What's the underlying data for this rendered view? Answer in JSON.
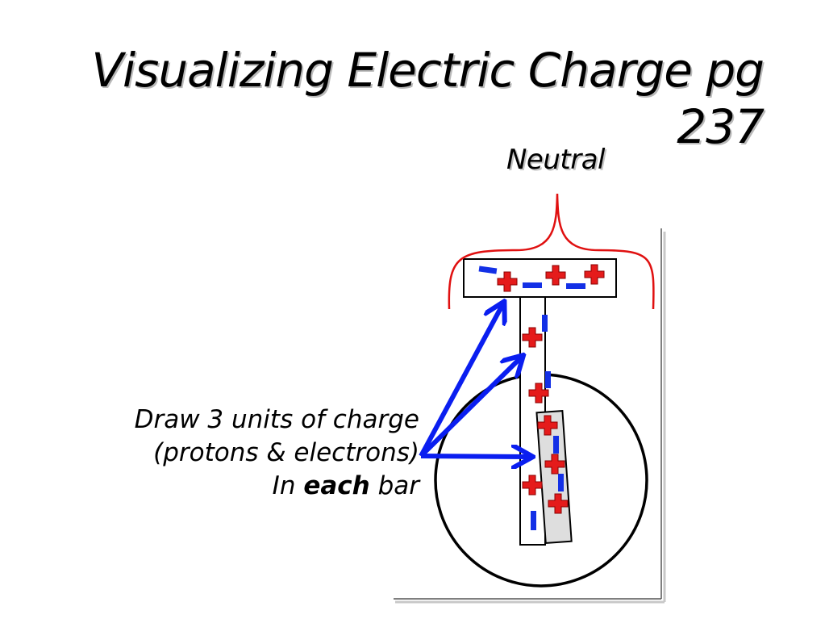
{
  "slide": {
    "title_line1": "Visualizing Electric Charge pg",
    "title_line2": "237",
    "neutral_label": "Neutral",
    "instruction": {
      "line1": "Draw 3 units of charge",
      "line2": "(protons & electrons)",
      "line3_prefix": "In ",
      "line3_bold": "each",
      "line3_suffix": " bar"
    }
  },
  "colors": {
    "proton": "#e51b1b",
    "electron": "#1330e6",
    "arrow": "#0a1ef0",
    "brace": "#e01010"
  },
  "icons": {
    "proton": "plus-sign",
    "electron": "minus-sign"
  }
}
